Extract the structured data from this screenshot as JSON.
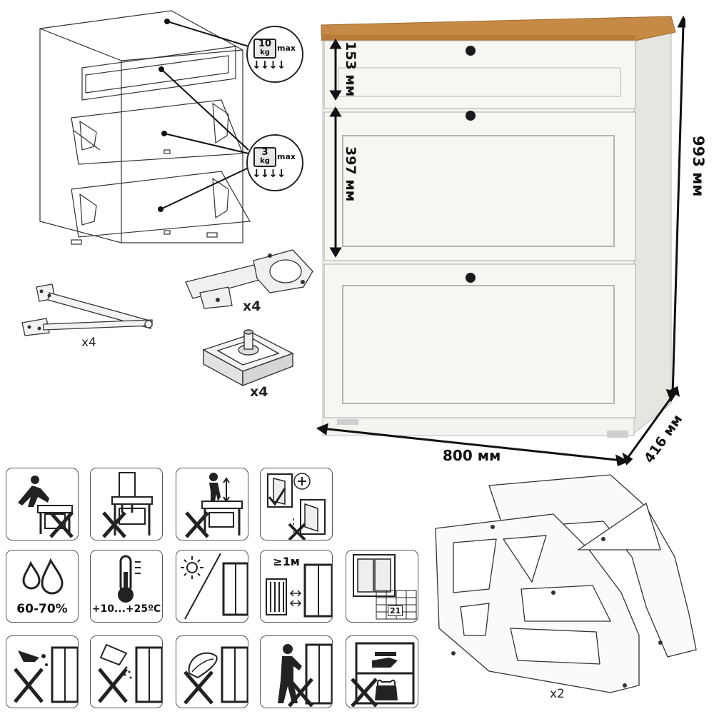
{
  "dimensions": {
    "top_drawer_height": "153 мм",
    "middle_drawer_height": "397 мм",
    "total_height": "993 мм",
    "width": "800 мм",
    "depth": "416 мм"
  },
  "load_badges": {
    "top": {
      "value": "10",
      "unit": "kg",
      "max": "max"
    },
    "bottom": {
      "value": "3",
      "unit": "kg",
      "max": "max"
    }
  },
  "hardware": {
    "stay_qty": "x4",
    "hinge_qty": "x4",
    "leveler_qty": "x4",
    "mechanism_qty": "x2"
  },
  "care_icons": {
    "humidity_label": "60-70%",
    "temperature_label": "+10...+25ºC",
    "distance_label": "≥1м",
    "calendar_label": "21"
  },
  "colors": {
    "body": "#f3f3ef",
    "top": "#c68a47",
    "knob": "#1a1a1a",
    "line": "#222222"
  }
}
